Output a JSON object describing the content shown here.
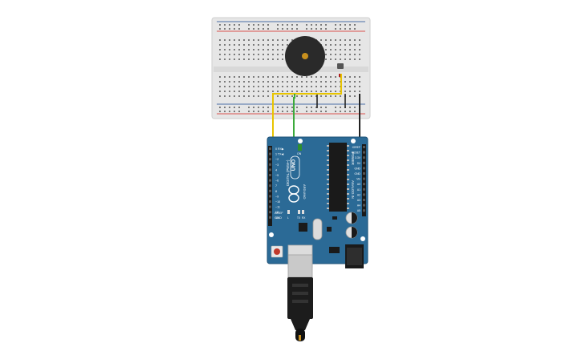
{
  "board": {
    "logo_text": "UNO",
    "brand_text": "ARDUINO",
    "tx_label": "TX",
    "rx_label": "RX",
    "l_label": "L",
    "on_label": "ON",
    "digital_header_label": "DIGITAL (PWM~)",
    "analog_header_label": "ANALOG IN",
    "power_header_label": "POWER",
    "aref_label": "AREF",
    "gnd_label": "GND",
    "digital_pins": [
      "0 RX▶",
      "1 TX◀",
      "~2",
      "~3",
      "4",
      "~5",
      "~6",
      "7",
      "8",
      "~9",
      "~10",
      "~11",
      "12",
      "13"
    ],
    "analog_pins": [
      "A0",
      "A1",
      "A2",
      "A3",
      "A4",
      "A5"
    ],
    "power_pins": [
      "IOREF",
      "RESET",
      "3.3V",
      "5V",
      "GND",
      "GND",
      "Vin"
    ]
  },
  "colors": {
    "board": "#2B6A96",
    "breadboard": "#E6E6E6",
    "rail_red": "#D9534F",
    "rail_blue": "#4A6FA5",
    "wire_yellow": "#E8C400",
    "wire_green": "#3CAA3C",
    "wire_black": "#222222",
    "buzzer": "#2A2A2A",
    "buzzer_center": "#C8901E"
  }
}
